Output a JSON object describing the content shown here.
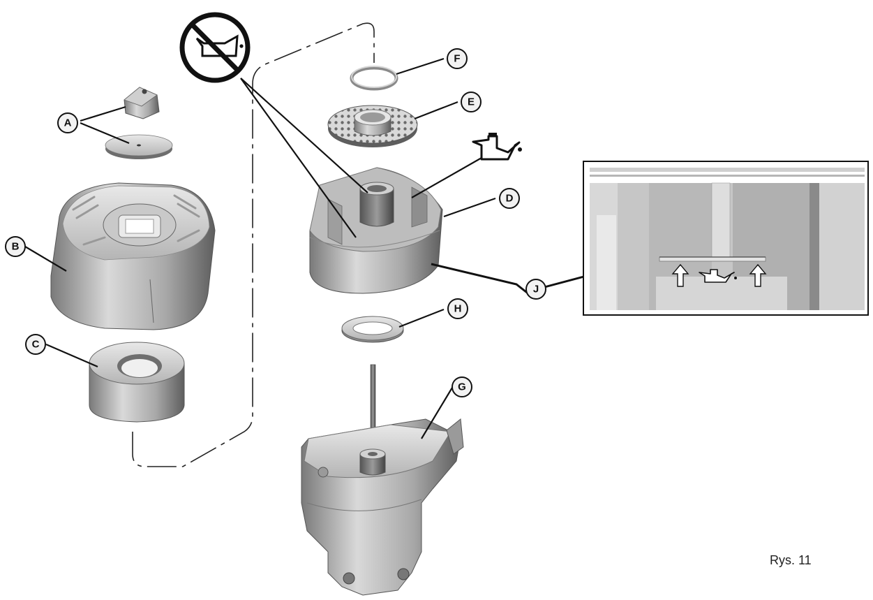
{
  "figure": {
    "caption": "Rys. 11",
    "callouts": [
      {
        "id": "A",
        "label": "A"
      },
      {
        "id": "B",
        "label": "B"
      },
      {
        "id": "C",
        "label": "C"
      },
      {
        "id": "D",
        "label": "D"
      },
      {
        "id": "E",
        "label": "E"
      },
      {
        "id": "F",
        "label": "F"
      },
      {
        "id": "G",
        "label": "G"
      },
      {
        "id": "H",
        "label": "H"
      },
      {
        "id": "J",
        "label": "J"
      }
    ],
    "icons": [
      "no-oil-icon",
      "oil-can-icon"
    ]
  }
}
